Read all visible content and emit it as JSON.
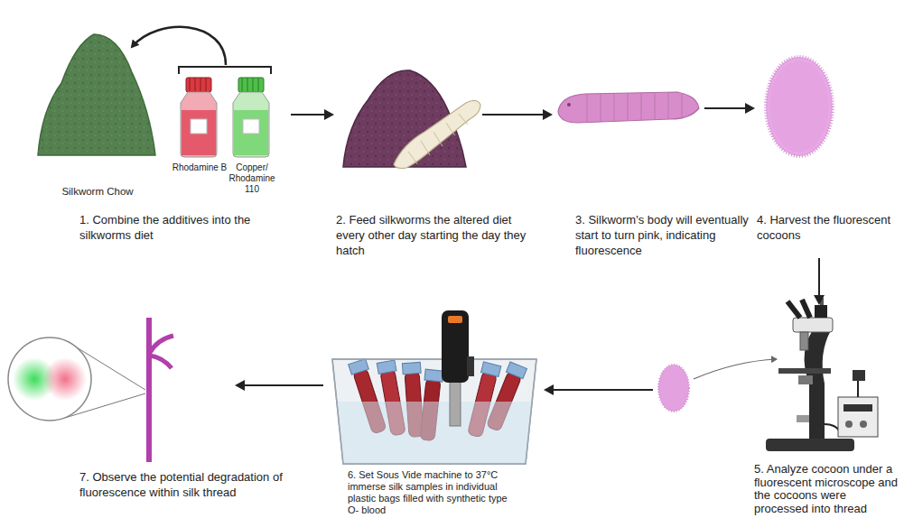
{
  "diagram": {
    "nodes": [
      {
        "text": [
          "1. Combine the additives into the silkworms diet"
        ]
      },
      {
        "text": [
          "2. Feed silkworms the altered diet every other day starting the day they hatch"
        ]
      },
      {
        "text": [
          "3. Silkworm's body will eventually start to turn pink, indicating fluorescence"
        ]
      },
      {
        "text": [
          "4. Harvest the fluorescent cocoons"
        ]
      },
      {
        "text": [
          "5. Analyze cocoon under a fluorescent microscope and the cocoons were processed into thread"
        ]
      },
      {
        "text": [
          "6. Set Sous Vide machine to 37°C immerse silk samples in individual plastic bags filled with synthetic type O- blood"
        ]
      },
      {
        "text": [
          "7. Observe the potential degradation of fluorescence within silk thread"
        ]
      }
    ],
    "edges": [
      {
        "from": 0,
        "to": 1,
        "arrow": "to"
      },
      {
        "from": 1,
        "to": 2,
        "arrow": "to"
      },
      {
        "from": 2,
        "to": 3,
        "arrow": "to"
      },
      {
        "from": 3,
        "to": 4,
        "arrow": "to"
      },
      {
        "from": 4,
        "to": 5,
        "arrow": "to"
      },
      {
        "from": 5,
        "to": 6,
        "arrow": "to"
      }
    ],
    "labels": [
      "Silkworm Chow",
      "Rhodamine B",
      "Copper/ Rhodamine 110"
    ]
  }
}
